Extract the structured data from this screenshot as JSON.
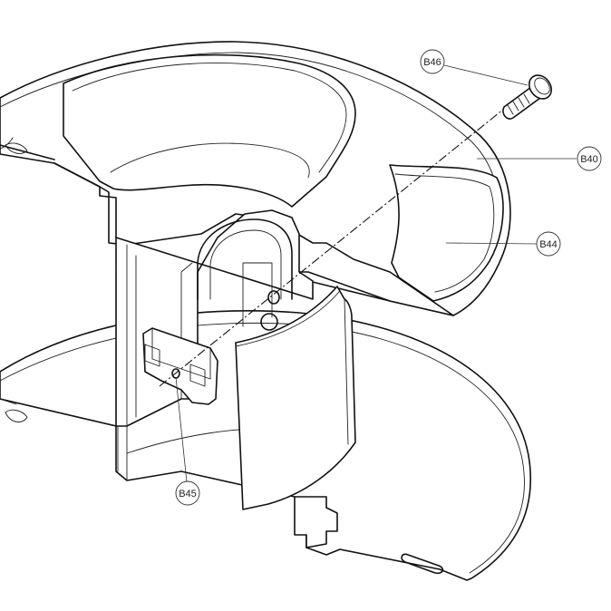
{
  "callouts": {
    "b46": "B46",
    "b40": "B40",
    "b44": "B44",
    "b45": "B45"
  }
}
